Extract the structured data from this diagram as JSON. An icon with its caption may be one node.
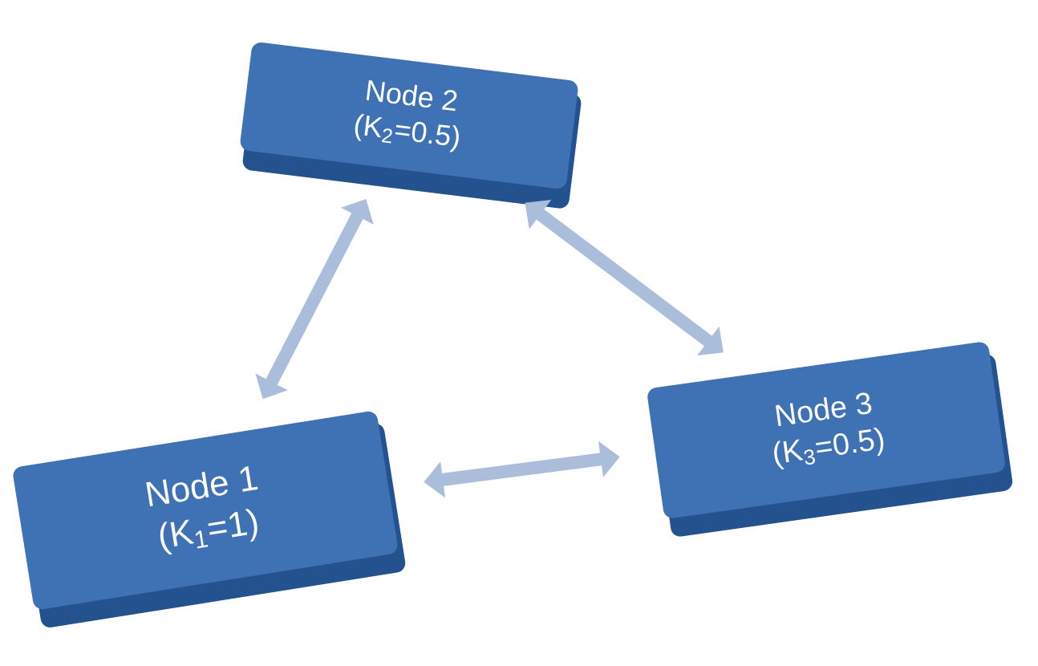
{
  "diagram": {
    "nodes": [
      {
        "text": [
          "Node 1",
          "(K$_{1}$=1)"
        ]
      },
      {
        "text": [
          "Node 2",
          "(K$_{2}$=0.5)"
        ]
      },
      {
        "text": [
          "Node 3",
          "(K$_{3}$=0.5)"
        ]
      }
    ],
    "edges": [
      {
        "from": 0,
        "to": 1,
        "arrow": "both"
      },
      {
        "from": 1,
        "to": 2,
        "arrow": "both"
      },
      {
        "from": 0,
        "to": 2,
        "arrow": "both"
      }
    ]
  }
}
